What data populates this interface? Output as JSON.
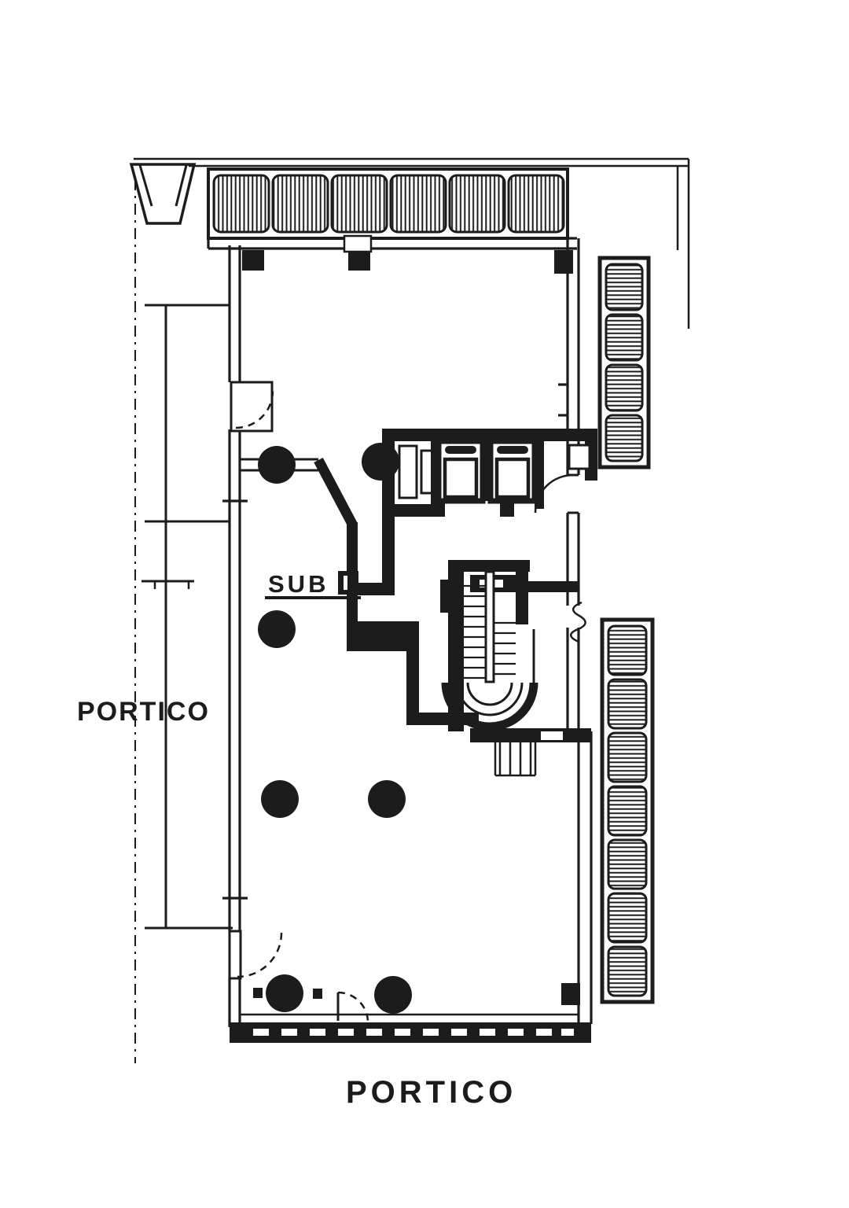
{
  "page": {
    "type": "scanned architectural floor plan",
    "background_color": "#ffffff",
    "ink_color": "#1c1c1c"
  },
  "plan": {
    "labels": {
      "portico_left": "PORTICO",
      "sub_room": "SUB",
      "portico_bottom": "PORTICO"
    }
  }
}
